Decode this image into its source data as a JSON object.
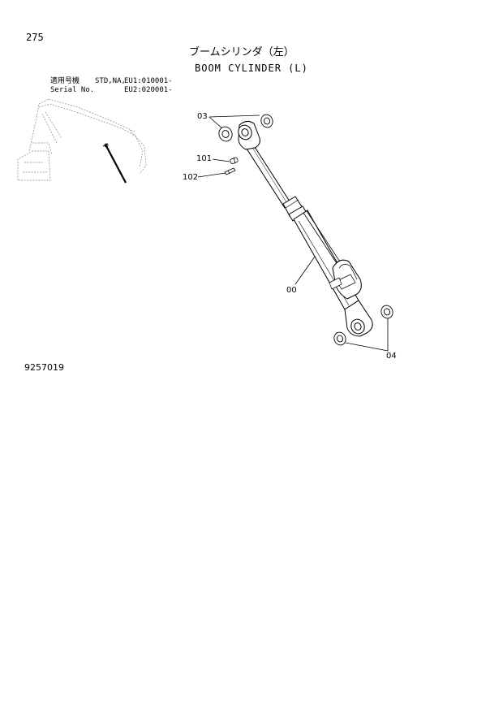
{
  "page_number": "275",
  "title_jp": "ブームシリンダ（左）",
  "title_en": "BOOM CYLINDER (L)",
  "serial": {
    "label_jp": "適用号機",
    "label_en": "Serial No.",
    "std": "STD,NA,",
    "eu1": "EU1:010001-",
    "eu2": "EU2:020001-"
  },
  "callouts": {
    "c03": "03",
    "c101": "101",
    "c102": "102",
    "c00": "00",
    "c04": "04"
  },
  "drawing_number": "9257019"
}
